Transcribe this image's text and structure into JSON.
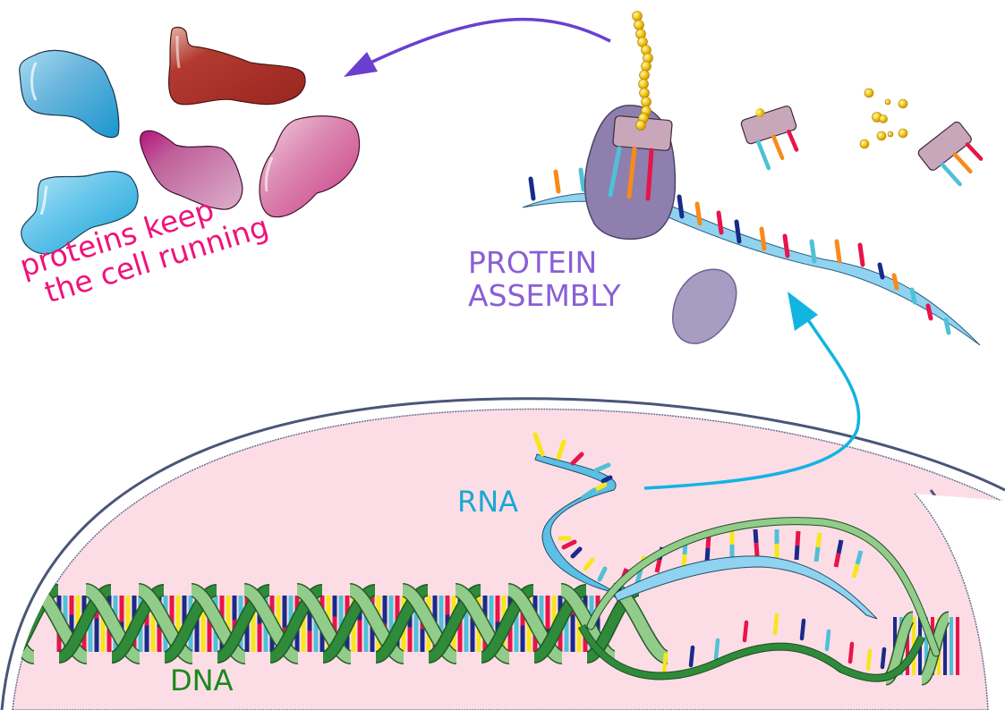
{
  "title": "From DNA to proteins",
  "labels": {
    "proteins_line1": "proteins keep",
    "proteins_line2": "the cell running",
    "assembly_line1": "PROTEIN",
    "assembly_line2": "ASSEMBLY",
    "rna": "RNA",
    "dna": "DNA"
  },
  "colors": {
    "proteins_label": "#f0127a",
    "assembly_label": "#8a5ed6",
    "rna_label": "#1aa7d4",
    "dna_label": "#1a8a1a",
    "nucleus_fill": "#fcdde6",
    "nucleus_outline": "#4a5578",
    "arrow_purple": "#6a3fd0",
    "arrow_cyan": "#12b4e0",
    "rna_strand": "#8fd3f0",
    "dna_strand_light": "#92cc8a",
    "dna_strand_dark": "#2f8a3a",
    "ribosome": "#8e7fae",
    "ribosome_small": "#a79cc2",
    "trna_body": "#c9a7bb",
    "amino_acid": "#f2c81a",
    "base_colors": [
      "#e8144a",
      "#f7e619",
      "#1a2a8a",
      "#4fc0d8",
      "#f98a1a"
    ]
  },
  "icons": {
    "proteins": [
      "blue-protein-icon",
      "red-protein-icon",
      "magenta-protein-icon",
      "pink-protein-icon",
      "light-blue-protein-icon"
    ],
    "ribosome": "ribosome-icon",
    "trna": "trna-icon",
    "amino_acids": "amino-acid-chain-icon",
    "mrna": "mrna-strand-icon",
    "dna": "dna-double-helix-icon",
    "nucleus": "nucleus-membrane-icon",
    "arrows": [
      "arrow-to-proteins-icon",
      "arrow-to-assembly-icon"
    ]
  }
}
